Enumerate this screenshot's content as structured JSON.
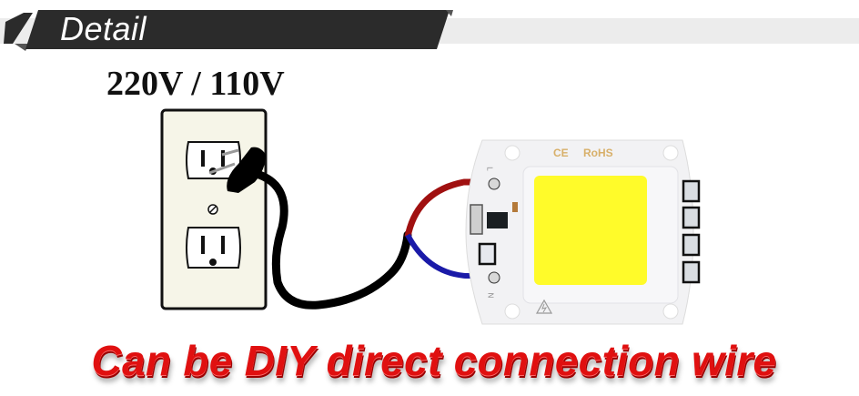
{
  "banner": {
    "title": "Detail",
    "colors": {
      "bar": "#2b2b2b",
      "strip": "#ececec",
      "text": "#ffffff"
    }
  },
  "voltage_label": "220V / 110V",
  "outlet": {
    "icon": "wall-outlet-icon",
    "plate_color": "#f6f5e8",
    "receptacles": 2
  },
  "plug": {
    "icon": "power-plug-icon",
    "cord_color": "#000000"
  },
  "wires": {
    "live": {
      "color": "#a01010",
      "label": "L"
    },
    "neutral": {
      "color": "#1a1aa8",
      "label": "N"
    }
  },
  "led_board": {
    "icon": "cob-led-chip-icon",
    "certifications": [
      "CE",
      "RoHS"
    ],
    "emitter_color": "#fffb2a",
    "pads": 4,
    "warning_icon": "high-voltage-warning-icon"
  },
  "caption": {
    "text": "Can be DIY direct connection wire",
    "color": "#e01010"
  }
}
